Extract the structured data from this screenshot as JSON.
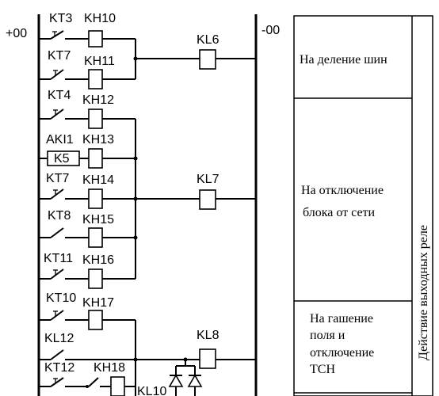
{
  "bus": {
    "plus": "+00",
    "minus": "-00"
  },
  "contacts": {
    "kt3": "KT3",
    "kt7a": "KT7",
    "kt4": "KT4",
    "aki1": "AKI1",
    "kt7b": "KT7",
    "kt8": "KT8",
    "kt11": "KT11",
    "kt10": "KT10",
    "kl12": "KL12",
    "kt12": "KT12"
  },
  "indicators": {
    "kh10": "KH10",
    "kh11": "KH11",
    "kh12": "KH12",
    "kh13": "KH13",
    "kh14": "KH14",
    "kh15": "KH15",
    "kh16": "KH16",
    "kh17": "KH17",
    "kh18": "KH18"
  },
  "resistor": "K5",
  "relays": {
    "kl6": "KL6",
    "kl7": "KL7",
    "kl8": "KL8",
    "kl10": "KL10"
  },
  "table": {
    "header": "Действие выходных реле",
    "rows": [
      {
        "lines": [
          "На деление шин"
        ]
      },
      {
        "lines": [
          "На отключение",
          "блока от сети"
        ]
      },
      {
        "lines": [
          "На гашение",
          "поля и",
          "отключение",
          "ТСН"
        ]
      }
    ]
  }
}
